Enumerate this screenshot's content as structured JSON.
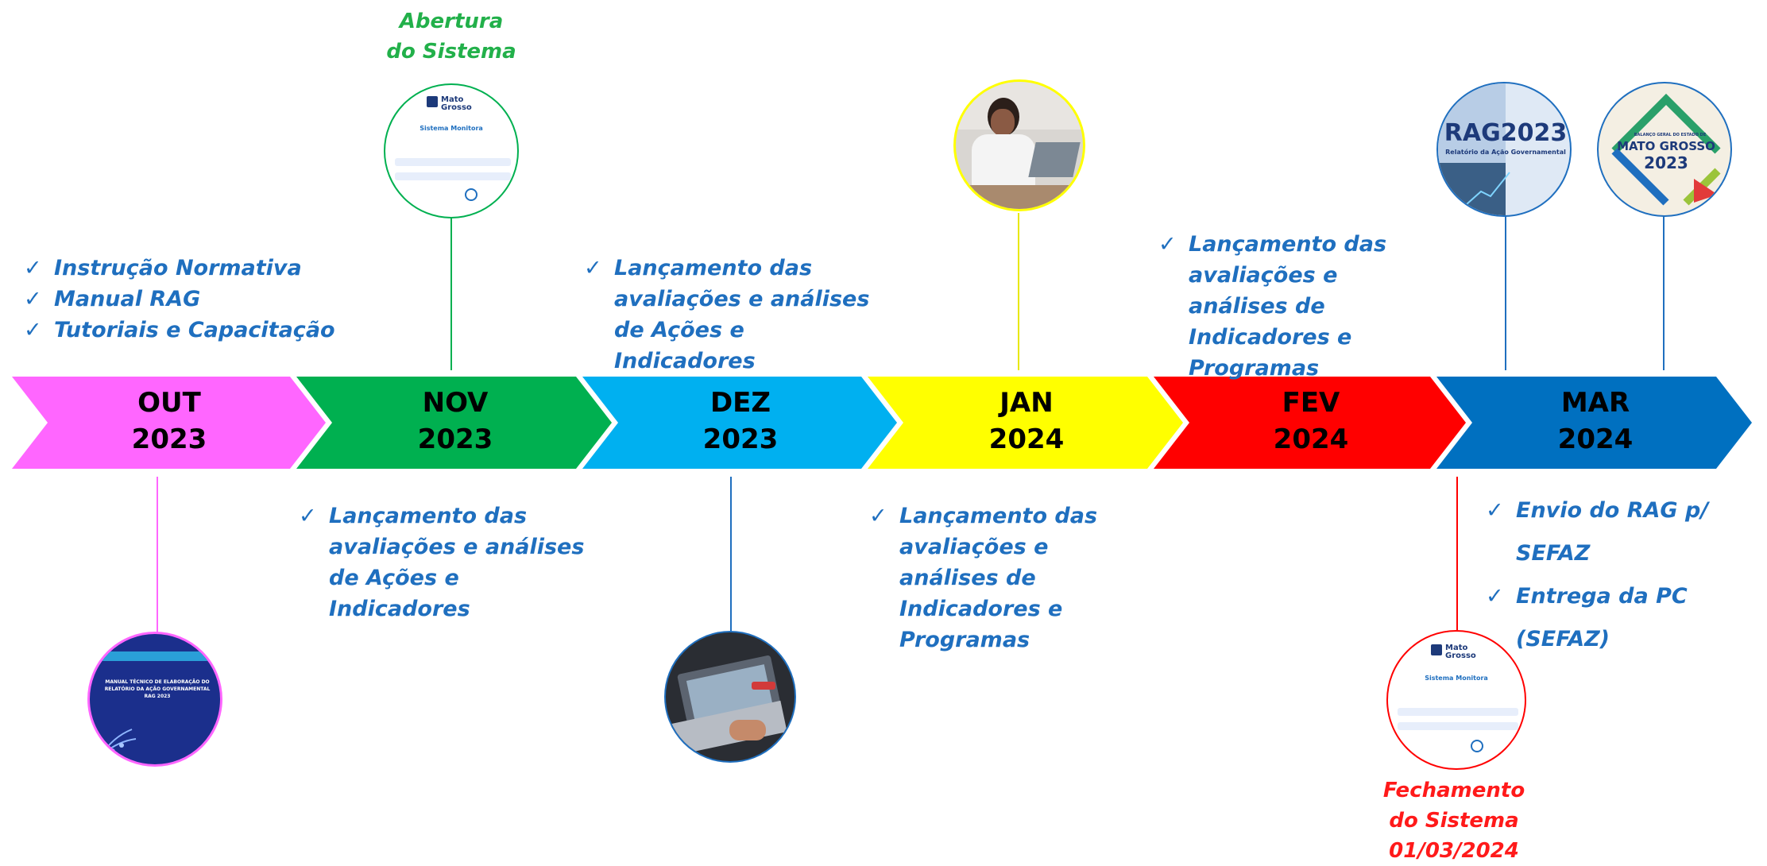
{
  "months": [
    {
      "line1": "OUT",
      "line2": "2023",
      "color": "#ff66ff"
    },
    {
      "line1": "NOV",
      "line2": "2023",
      "color": "#00b050"
    },
    {
      "line1": "DEZ",
      "line2": "2023",
      "color": "#00b0f0"
    },
    {
      "line1": "JAN",
      "line2": "2024",
      "color": "#ffff00"
    },
    {
      "line1": "FEV",
      "line2": "2024",
      "color": "#ff0000"
    },
    {
      "line1": "MAR",
      "line2": "2024",
      "color": "#0070c0"
    }
  ],
  "notes": {
    "out": [
      "Instrução Normativa",
      "Manual RAG",
      "Tutoriais e Capacitação"
    ],
    "nov": "Lançamento das avaliações e análises de Ações e Indicadores",
    "dez": "Lançamento das avaliações e análises de Ações e Indicadores",
    "jan": "Lançamento das avaliações e análises de Indicadores e Programas",
    "fev": "Lançamento das avaliações e análises de Indicadores e Programas",
    "mar": [
      "Envio do RAG p/ SEFAZ",
      "Entrega da PC (SEFAZ)"
    ]
  },
  "labels": {
    "abertura_line1": "Abertura",
    "abertura_line2": "do Sistema",
    "fechamento_line1": "Fechamento",
    "fechamento_line2": "do Sistema",
    "fechamento_date": "01/03/2024"
  },
  "images": {
    "manual": {
      "line1": "MANUAL TÉCNICO DE ELABORAÇÃO DO",
      "line2": "RELATÓRIO DA AÇÃO GOVERNAMENTAL",
      "line3": "RAG 2023"
    },
    "login": {
      "state": "Mato Grosso",
      "system": "Sistema Monitora"
    },
    "rag": {
      "brand": "RAG2023",
      "sub": "Relatório da Ação Governamental"
    },
    "balanco": {
      "top": "BALANÇO GERAL DO ESTADO DE",
      "state": "MATO GROSSO",
      "year": "2023"
    }
  },
  "colors": {
    "note_blue": "#1f6fbf",
    "abertura_green": "#22b04a",
    "fechamento_red": "#ff1a1a"
  }
}
